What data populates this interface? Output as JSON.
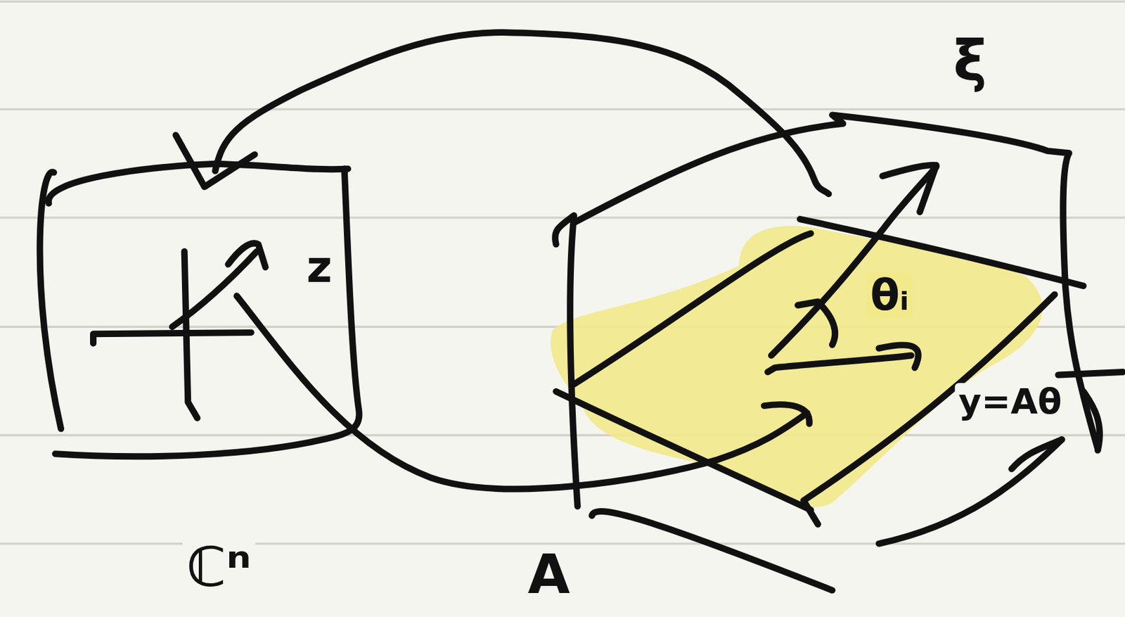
{
  "diagram": {
    "labels": [
      "z",
      "ℂⁿ",
      "A",
      "ξ",
      "θᵢ",
      "y=Aθ"
    ]
  }
}
